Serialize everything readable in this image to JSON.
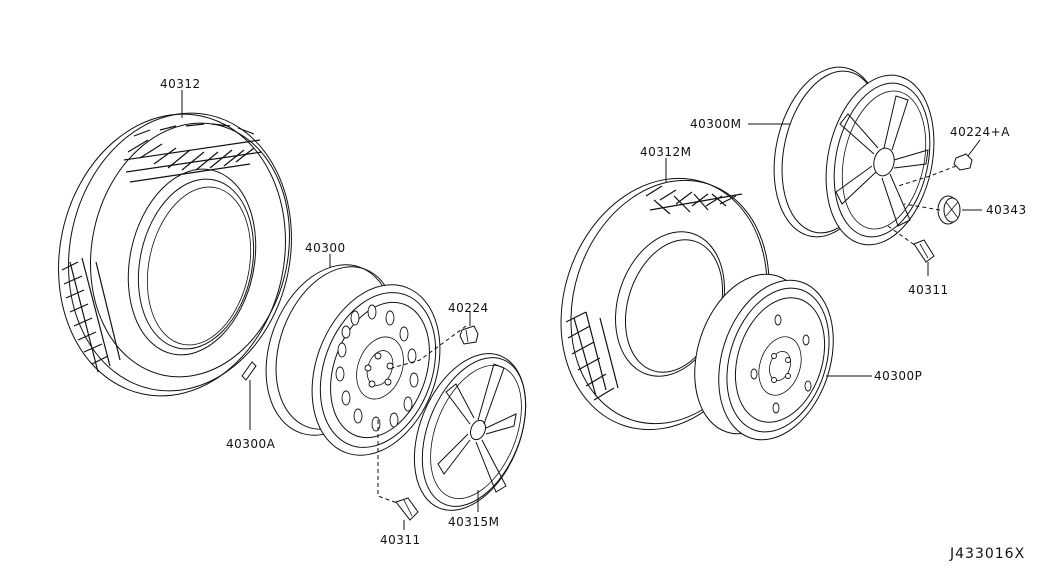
{
  "diagram": {
    "reference_code": "J433016X",
    "parts": {
      "tire_left": "40312",
      "steel_wheel": "40300",
      "wheel_nut": "40224",
      "balance_weight": "40300A",
      "valve_left": "40311",
      "wheel_cover": "40315M",
      "alloy_wheel": "40300M",
      "alloy_nut": "40224+A",
      "center_cap": "40343",
      "valve_right": "40311",
      "tire_right": "40312M",
      "spare_wheel": "40300P"
    }
  }
}
